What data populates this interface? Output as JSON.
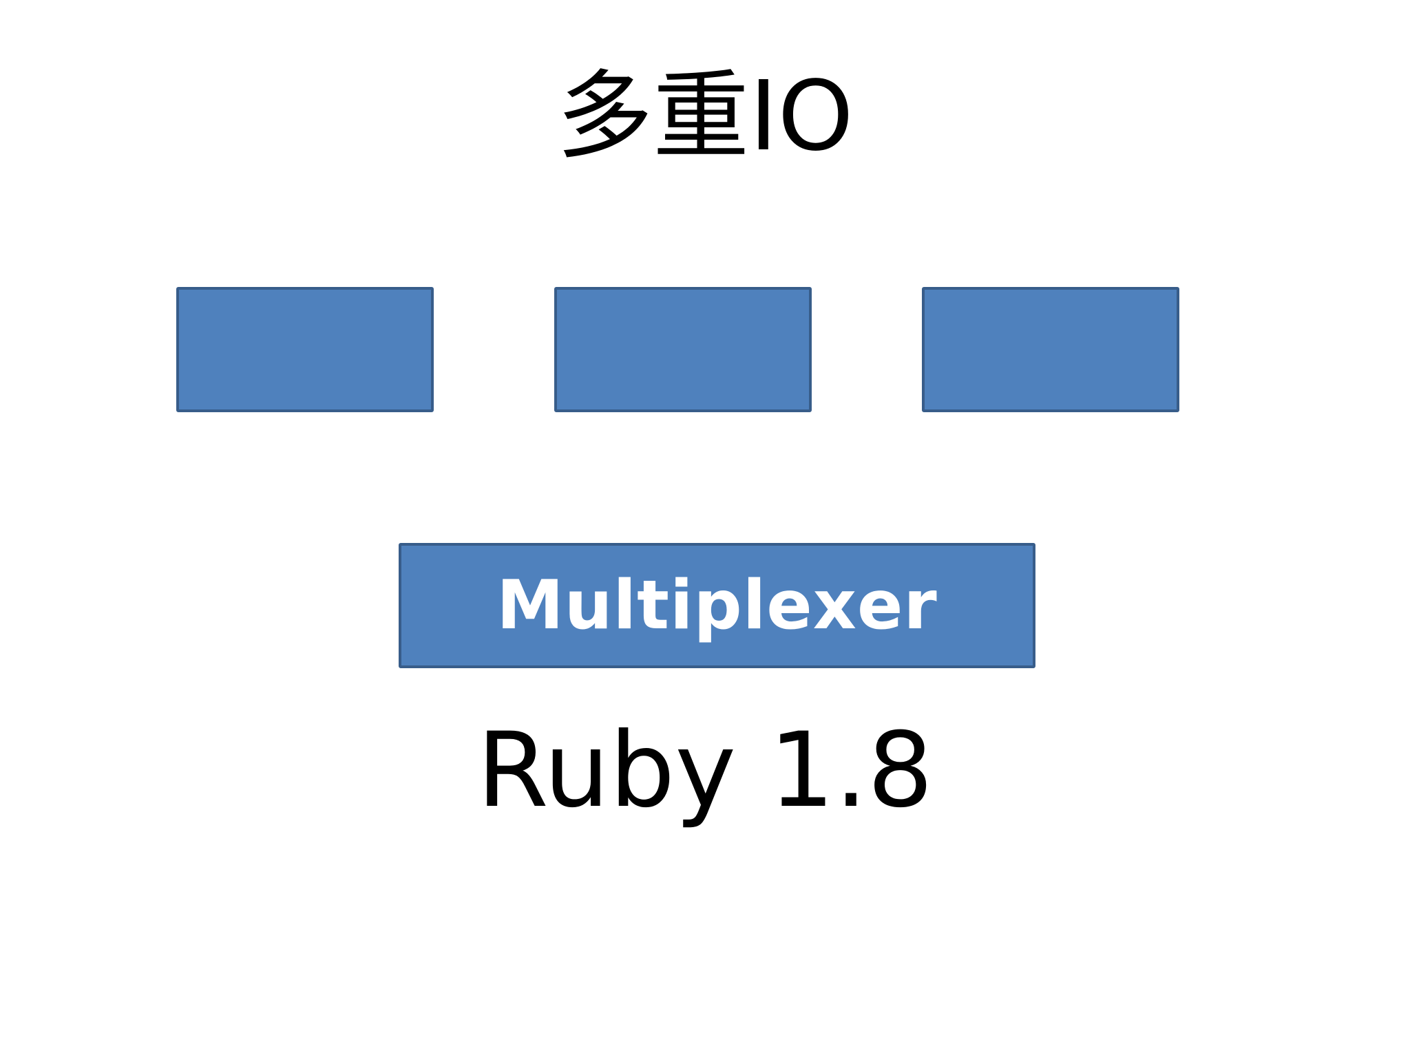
{
  "slide": {
    "title": "多重IO",
    "multiplexer_label": "Multiplexer",
    "caption": "Ruby 1.8"
  },
  "colors": {
    "box_fill": "#4f81bd",
    "box_border": "#385d8a",
    "label_text": "#ffffff",
    "text": "#000000",
    "background": "#ffffff"
  }
}
